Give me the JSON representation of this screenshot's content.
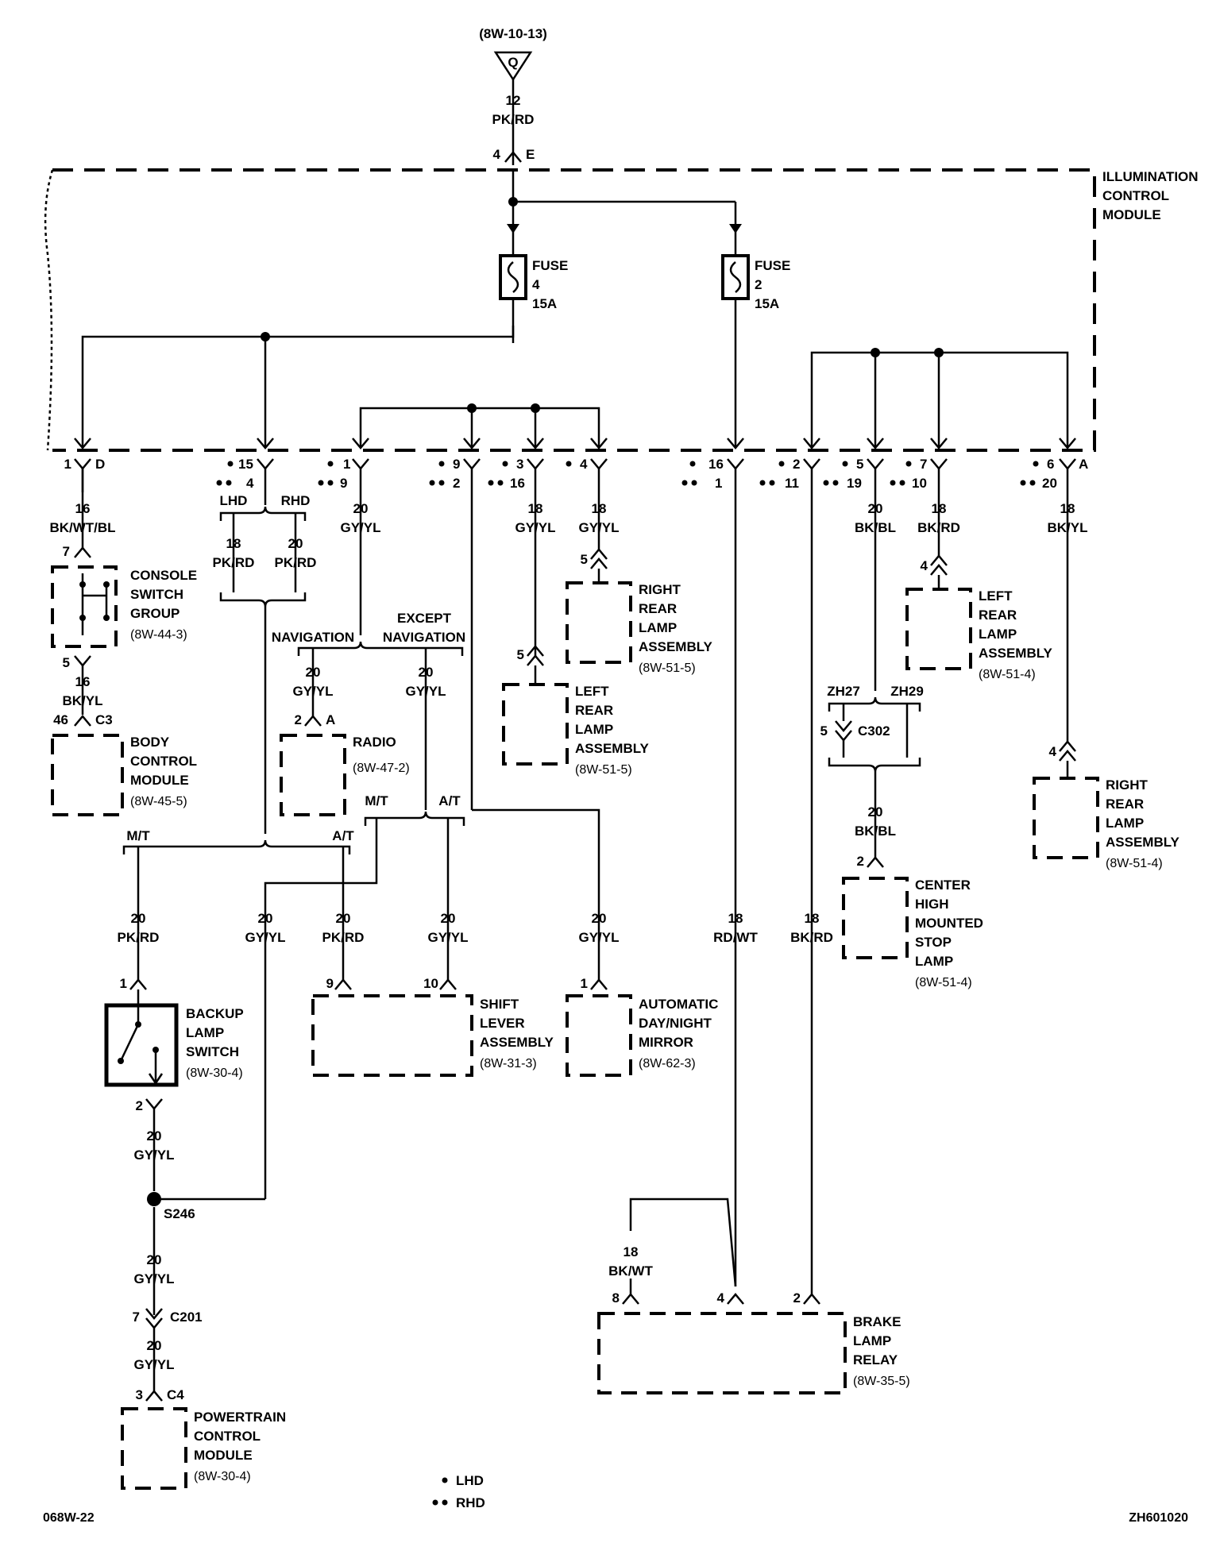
{
  "diagram": {
    "source": {
      "ref": "(8W-10-13)",
      "letter": "Q",
      "gauge": "12",
      "color": "PK/RD",
      "pin": "4",
      "connector": "E"
    },
    "module": {
      "label": [
        "ILLUMINATION",
        "CONTROL",
        "MODULE"
      ]
    },
    "fuses": [
      {
        "label": "FUSE",
        "num": "4",
        "amp": "15A"
      },
      {
        "label": "FUSE",
        "num": "2",
        "amp": "15A"
      }
    ],
    "pins": {
      "d": {
        "pin": "1",
        "conn": "D"
      },
      "p15": {
        "lhd": "15",
        "rhd": "4"
      },
      "p1": {
        "lhd": "1",
        "rhd": "9"
      },
      "p9": {
        "lhd": "9",
        "rhd": "2"
      },
      "p3": {
        "lhd": "3",
        "rhd": "16"
      },
      "p4": {
        "lhd": "4",
        "rhd": ""
      },
      "p16": {
        "lhd": "16",
        "rhd": "1"
      },
      "p2": {
        "lhd": "2",
        "rhd": "11"
      },
      "p5": {
        "lhd": "5",
        "rhd": "19"
      },
      "p7": {
        "lhd": "7",
        "rhd": "10"
      },
      "p6": {
        "lhd": "6",
        "rhd": "20",
        "conn": "A"
      }
    },
    "wires": {
      "w_d": {
        "g": "16",
        "c": "BK/WT/BL"
      },
      "w_d2": {
        "g": "16",
        "c": "BK/YL"
      },
      "w_lhd": {
        "g": "18",
        "c": "PK/RD"
      },
      "w_rhd": {
        "g": "20",
        "c": "PK/RD"
      },
      "w_p1": {
        "g": "20",
        "c": "GY/YL"
      },
      "w_nav": {
        "g": "20",
        "c": "GY/YL"
      },
      "w_exnav": {
        "g": "20",
        "c": "GY/YL"
      },
      "w_p3": {
        "g": "18",
        "c": "GY/YL"
      },
      "w_p4": {
        "g": "18",
        "c": "GY/YL"
      },
      "w_p5": {
        "g": "20",
        "c": "BK/BL"
      },
      "w_p7": {
        "g": "18",
        "c": "BK/RD"
      },
      "w_p6": {
        "g": "18",
        "c": "BK/YL"
      },
      "w_chmsl": {
        "g": "20",
        "c": "BK/BL"
      },
      "w_mt": {
        "g": "20",
        "c": "PK/RD"
      },
      "w_gy1": {
        "g": "20",
        "c": "GY/YL"
      },
      "w_at": {
        "g": "20",
        "c": "PK/RD"
      },
      "w_gy2": {
        "g": "20",
        "c": "GY/YL"
      },
      "w_gy3": {
        "g": "20",
        "c": "GY/YL"
      },
      "w_rdwt": {
        "g": "18",
        "c": "RD/WT"
      },
      "w_bkrd": {
        "g": "18",
        "c": "BK/RD"
      },
      "w_sw2": {
        "g": "20",
        "c": "GY/YL"
      },
      "w_s246": {
        "g": "20",
        "c": "GY/YL"
      },
      "w_c201": {
        "g": "20",
        "c": "GY/YL"
      },
      "w_bkwt": {
        "g": "18",
        "c": "BK/WT"
      }
    },
    "branch_labels": {
      "lhd": "LHD",
      "rhd": "RHD",
      "navigation": "NAVIGATION",
      "except": [
        "EXCEPT",
        "NAVIGATION"
      ],
      "mt1": "M/T",
      "at1": "A/T",
      "mt2": "M/T",
      "at2": "A/T",
      "zh27": "ZH27",
      "zh29": "ZH29"
    },
    "components": {
      "console": {
        "name": [
          "CONSOLE",
          "SWITCH",
          "GROUP"
        ],
        "ref": "(8W-44-3)",
        "pin_in": "7",
        "pin_out": "5"
      },
      "bcm": {
        "name": [
          "BODY",
          "CONTROL",
          "MODULE"
        ],
        "ref": "(8W-45-5)",
        "pin": "46",
        "conn": "C3"
      },
      "radio": {
        "name": [
          "RADIO"
        ],
        "ref": "(8W-47-2)",
        "pin": "2",
        "conn": "A"
      },
      "rr_lamp_a": {
        "name": [
          "RIGHT",
          "REAR",
          "LAMP",
          "ASSEMBLY"
        ],
        "ref": "(8W-51-5)",
        "pin": "5"
      },
      "lr_lamp_a": {
        "name": [
          "LEFT",
          "REAR",
          "LAMP",
          "ASSEMBLY"
        ],
        "ref": "(8W-51-5)",
        "pin": "5"
      },
      "lr_lamp_b": {
        "name": [
          "LEFT",
          "REAR",
          "LAMP",
          "ASSEMBLY"
        ],
        "ref": "(8W-51-4)",
        "pin": "4"
      },
      "rr_lamp_b": {
        "name": [
          "RIGHT",
          "REAR",
          "LAMP",
          "ASSEMBLY"
        ],
        "ref": "(8W-51-4)",
        "pin": "4"
      },
      "c302": {
        "pin": "5",
        "conn": "C302"
      },
      "chmsl": {
        "name": [
          "CENTER",
          "HIGH",
          "MOUNTED",
          "STOP",
          "LAMP"
        ],
        "ref": "(8W-51-4)",
        "pin": "2"
      },
      "backup": {
        "name": [
          "BACKUP",
          "LAMP",
          "SWITCH"
        ],
        "ref": "(8W-30-4)",
        "pin_in": "1",
        "pin_out": "2"
      },
      "shift": {
        "name": [
          "SHIFT",
          "LEVER",
          "ASSEMBLY"
        ],
        "ref": "(8W-31-3)",
        "pin_a": "9",
        "pin_b": "10"
      },
      "mirror": {
        "name": [
          "AUTOMATIC",
          "DAY/NIGHT",
          "MIRROR"
        ],
        "ref": "(8W-62-3)",
        "pin": "1"
      },
      "s246": {
        "name": "S246"
      },
      "c201": {
        "pin": "7",
        "conn": "C201"
      },
      "pcm": {
        "name": [
          "POWERTRAIN",
          "CONTROL",
          "MODULE"
        ],
        "ref": "(8W-30-4)",
        "pin": "3",
        "conn": "C4"
      },
      "relay": {
        "name": [
          "BRAKE",
          "LAMP",
          "RELAY"
        ],
        "ref": "(8W-35-5)",
        "pin_a": "8",
        "pin_b": "4",
        "pin_c": "2"
      }
    },
    "legend": {
      "lhd": "LHD",
      "rhd": "RHD"
    },
    "footer": {
      "left": "068W-22",
      "right": "ZH601020"
    }
  }
}
